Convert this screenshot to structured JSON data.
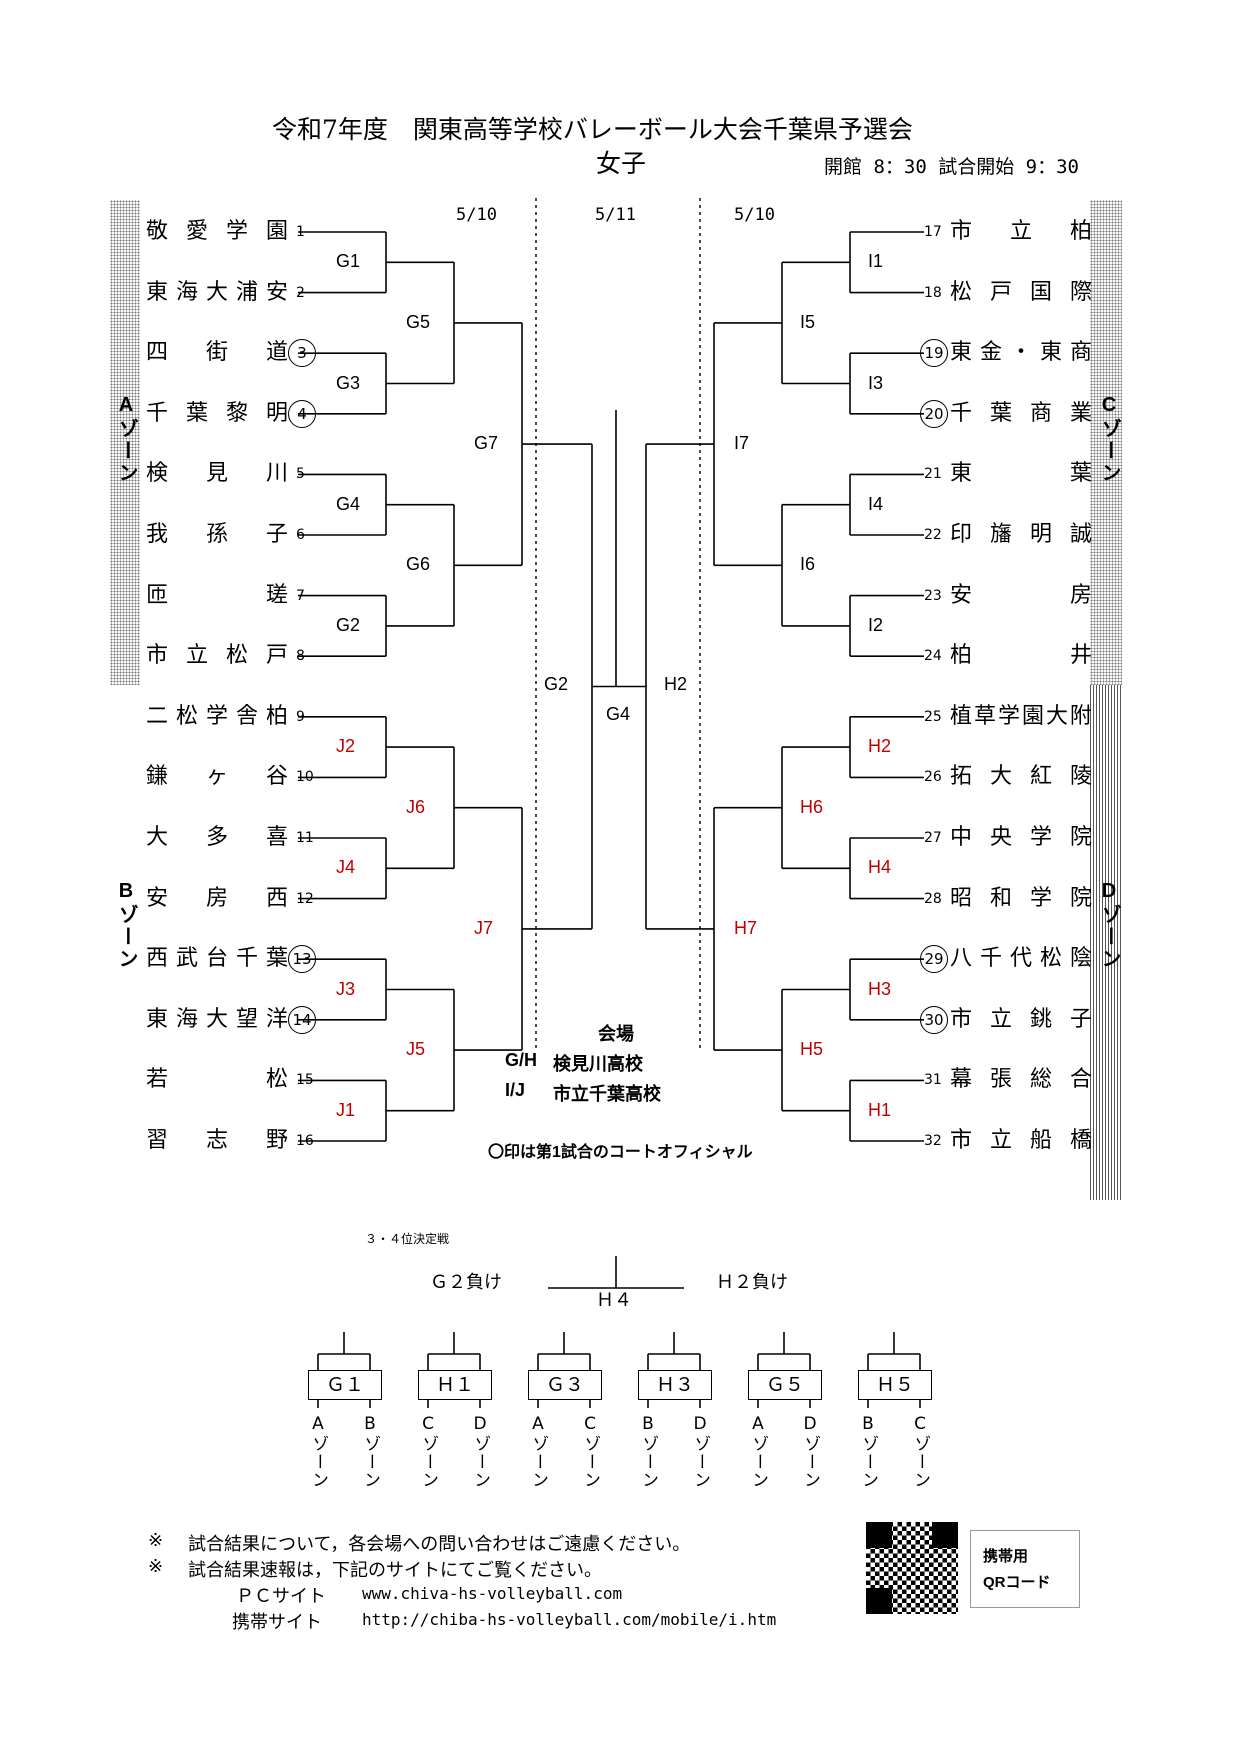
{
  "header": {
    "title": "令和7年度　関東高等学校バレーボール大会千葉県予選会",
    "subtitle": "女子",
    "times": "開館 8：30 試合開始 9：30"
  },
  "dates": {
    "left": "5/10",
    "center": "5/11",
    "right": "5/10"
  },
  "zones": {
    "A": "Aゾーン",
    "B": "Bゾーン",
    "C": "Cゾーン",
    "D": "Dゾーン"
  },
  "left_teams": [
    {
      "name": "敬愛学園",
      "seed": "1",
      "circled": false
    },
    {
      "name": "東海大浦安",
      "seed": "2",
      "circled": false
    },
    {
      "name": "四街道",
      "seed": "3",
      "circled": true
    },
    {
      "name": "千葉黎明",
      "seed": "4",
      "circled": true
    },
    {
      "name": "検見川",
      "seed": "5",
      "circled": false
    },
    {
      "name": "我孫子",
      "seed": "6",
      "circled": false
    },
    {
      "name": "匝瑳",
      "seed": "7",
      "circled": false
    },
    {
      "name": "市立松戸",
      "seed": "8",
      "circled": false
    },
    {
      "name": "二松学舎柏",
      "seed": "9",
      "circled": false
    },
    {
      "name": "鎌ヶ谷",
      "seed": "10",
      "circled": false
    },
    {
      "name": "大多喜",
      "seed": "11",
      "circled": false
    },
    {
      "name": "安房西",
      "seed": "12",
      "circled": false
    },
    {
      "name": "西武台千葉",
      "seed": "13",
      "circled": true
    },
    {
      "name": "東海大望洋",
      "seed": "14",
      "circled": true
    },
    {
      "name": "若松",
      "seed": "15",
      "circled": false
    },
    {
      "name": "習志野",
      "seed": "16",
      "circled": false
    }
  ],
  "right_teams": [
    {
      "name": "市立柏",
      "seed": "17",
      "circled": false
    },
    {
      "name": "松戸国際",
      "seed": "18",
      "circled": false
    },
    {
      "name": "東金・東商",
      "seed": "19",
      "circled": true
    },
    {
      "name": "千葉商業",
      "seed": "20",
      "circled": true
    },
    {
      "name": "東葉",
      "seed": "21",
      "circled": false
    },
    {
      "name": "印旛明誠",
      "seed": "22",
      "circled": false
    },
    {
      "name": "安房",
      "seed": "23",
      "circled": false
    },
    {
      "name": "柏井",
      "seed": "24",
      "circled": false
    },
    {
      "name": "植草学園大附",
      "seed": "25",
      "circled": false
    },
    {
      "name": "拓大紅陵",
      "seed": "26",
      "circled": false
    },
    {
      "name": "中央学院",
      "seed": "27",
      "circled": false
    },
    {
      "name": "昭和学院",
      "seed": "28",
      "circled": false
    },
    {
      "name": "八千代松陰",
      "seed": "29",
      "circled": true
    },
    {
      "name": "市立銚子",
      "seed": "30",
      "circled": true
    },
    {
      "name": "幕張総合",
      "seed": "31",
      "circled": false
    },
    {
      "name": "市立船橋",
      "seed": "32",
      "circled": false
    }
  ],
  "matches": {
    "left_r1": [
      "G1",
      "G3",
      "G4",
      "G2",
      "J2",
      "J4",
      "J3",
      "J1"
    ],
    "left_r2": [
      "G5",
      "G6",
      "J6",
      "J5"
    ],
    "left_r3": [
      "G7",
      "J7"
    ],
    "right_r1": [
      "I1",
      "I3",
      "I4",
      "I2",
      "H2",
      "H4",
      "H3",
      "H1"
    ],
    "right_r2": [
      "I5",
      "I6",
      "H6",
      "H5"
    ],
    "right_r3": [
      "I7",
      "H7"
    ],
    "semi_left": "G2",
    "semi_right": "H2",
    "final": "G4"
  },
  "venue": {
    "heading": "会場",
    "gh": "G/H",
    "gh_site": "検見川高校",
    "ij": "I/J",
    "ij_site": "市立千葉高校",
    "official_note": "〇印は第1試合のコートオフィシャル"
  },
  "third_place": {
    "label": "３・４位決定戦",
    "left": "Ｇ２負け",
    "right": "Ｈ２負け",
    "match": "Ｈ４"
  },
  "court_assign": [
    {
      "box": "Ｇ１",
      "zones": [
        "Aゾーン",
        "Bゾーン"
      ]
    },
    {
      "box": "Ｈ１",
      "zones": [
        "Cゾーン",
        "Dゾーン"
      ]
    },
    {
      "box": "Ｇ３",
      "zones": [
        "Aゾーン",
        "Cゾーン"
      ]
    },
    {
      "box": "Ｈ３",
      "zones": [
        "Bゾーン",
        "Dゾーン"
      ]
    },
    {
      "box": "Ｇ５",
      "zones": [
        "Aゾーン",
        "Dゾーン"
      ]
    },
    {
      "box": "Ｈ５",
      "zones": [
        "Bゾーン",
        "Cゾーン"
      ]
    }
  ],
  "footer": {
    "note1_mark": "※",
    "note1": "試合結果について，各会場への問い合わせはご遠慮ください。",
    "note2_mark": "※",
    "note2": "試合結果速報は，下記のサイトにてご覧ください。",
    "pc_label": "ＰＣサイト",
    "pc_url": "www.chiva-hs-volleyball.com",
    "mobile_label": "携帯サイト",
    "mobile_url": "http://chiba-hs-volleyball.com/mobile/i.htm",
    "qr_label1": "携帯用",
    "qr_label2": "QRコード"
  },
  "colors": {
    "winner_text": "#c00000",
    "zone_band": "#777777"
  }
}
